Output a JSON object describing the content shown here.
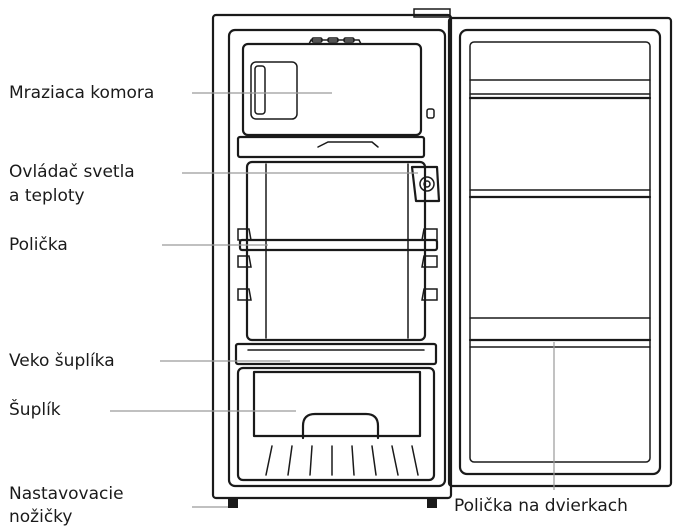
{
  "labels": {
    "freezer": "Mraziaca komora",
    "control_line1": "Ovládač svetla",
    "control_line2": "a teploty",
    "shelf": "Polička",
    "drawer_lid": "Veko šuplíka",
    "drawer": "Šuplík",
    "feet_line1": "Nastavovacie",
    "feet_line2": "nožičky",
    "door_shelf": "Polička na dvierkach"
  }
}
